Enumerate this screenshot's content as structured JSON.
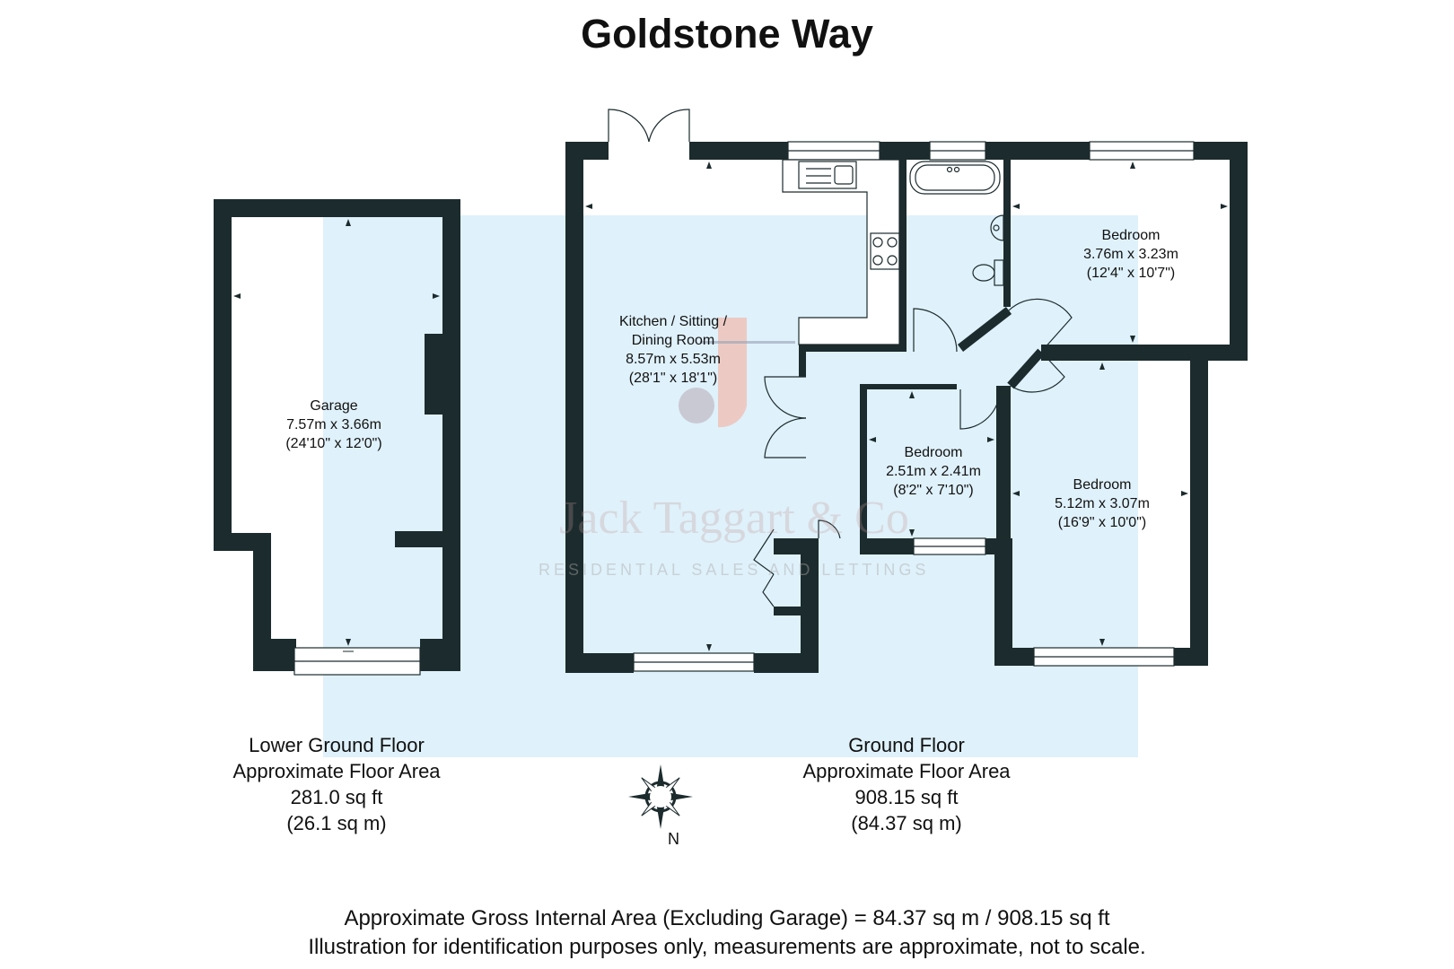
{
  "title": "Goldstone Way",
  "rooms": {
    "garage": {
      "name": "Garage",
      "metric": "7.57m x 3.66m",
      "imperial": "(24'10\" x 12'0\")"
    },
    "kitchen": {
      "name_line1": "Kitchen / Sitting /",
      "name_line2": "Dining Room",
      "metric": "8.57m x 5.53m",
      "imperial": "(28'1\" x 18'1\")"
    },
    "bedroom_top": {
      "name": "Bedroom",
      "metric": "3.76m x 3.23m",
      "imperial": "(12'4\" x 10'7\")"
    },
    "bedroom_small": {
      "name": "Bedroom",
      "metric": "2.51m x 2.41m",
      "imperial": "(8'2\" x 7'10\")"
    },
    "bedroom_right": {
      "name": "Bedroom",
      "metric": "5.12m x 3.07m",
      "imperial": "(16'9\" x 10'0\")"
    }
  },
  "floors": {
    "lower": {
      "line1": "Lower Ground Floor",
      "line2": "Approximate Floor Area",
      "sqft": "281.0 sq ft",
      "sqm": "(26.1 sq m)"
    },
    "ground": {
      "line1": "Ground Floor",
      "line2": "Approximate Floor Area",
      "sqft": "908.15 sq ft",
      "sqm": "(84.37 sq m)"
    }
  },
  "compass": {
    "label": "N"
  },
  "watermark": {
    "brand": "Jack Taggart & Co",
    "tagline": "RESIDENTIAL SALES AND LETTINGS"
  },
  "footer": {
    "line1": "Approximate Gross Internal Area (Excluding Garage) = 84.37 sq m / 908.15 sq ft",
    "line2": "Illustration for identification purposes only, measurements are approximate, not to scale."
  },
  "colors": {
    "wall": "#1c2b2d",
    "highlight": "#dff1fa",
    "text": "#111111"
  },
  "icons": [
    "compass-rose-icon",
    "bathtub-icon",
    "toilet-icon",
    "sink-icon",
    "hob-icon",
    "kitchen-sink-icon"
  ]
}
